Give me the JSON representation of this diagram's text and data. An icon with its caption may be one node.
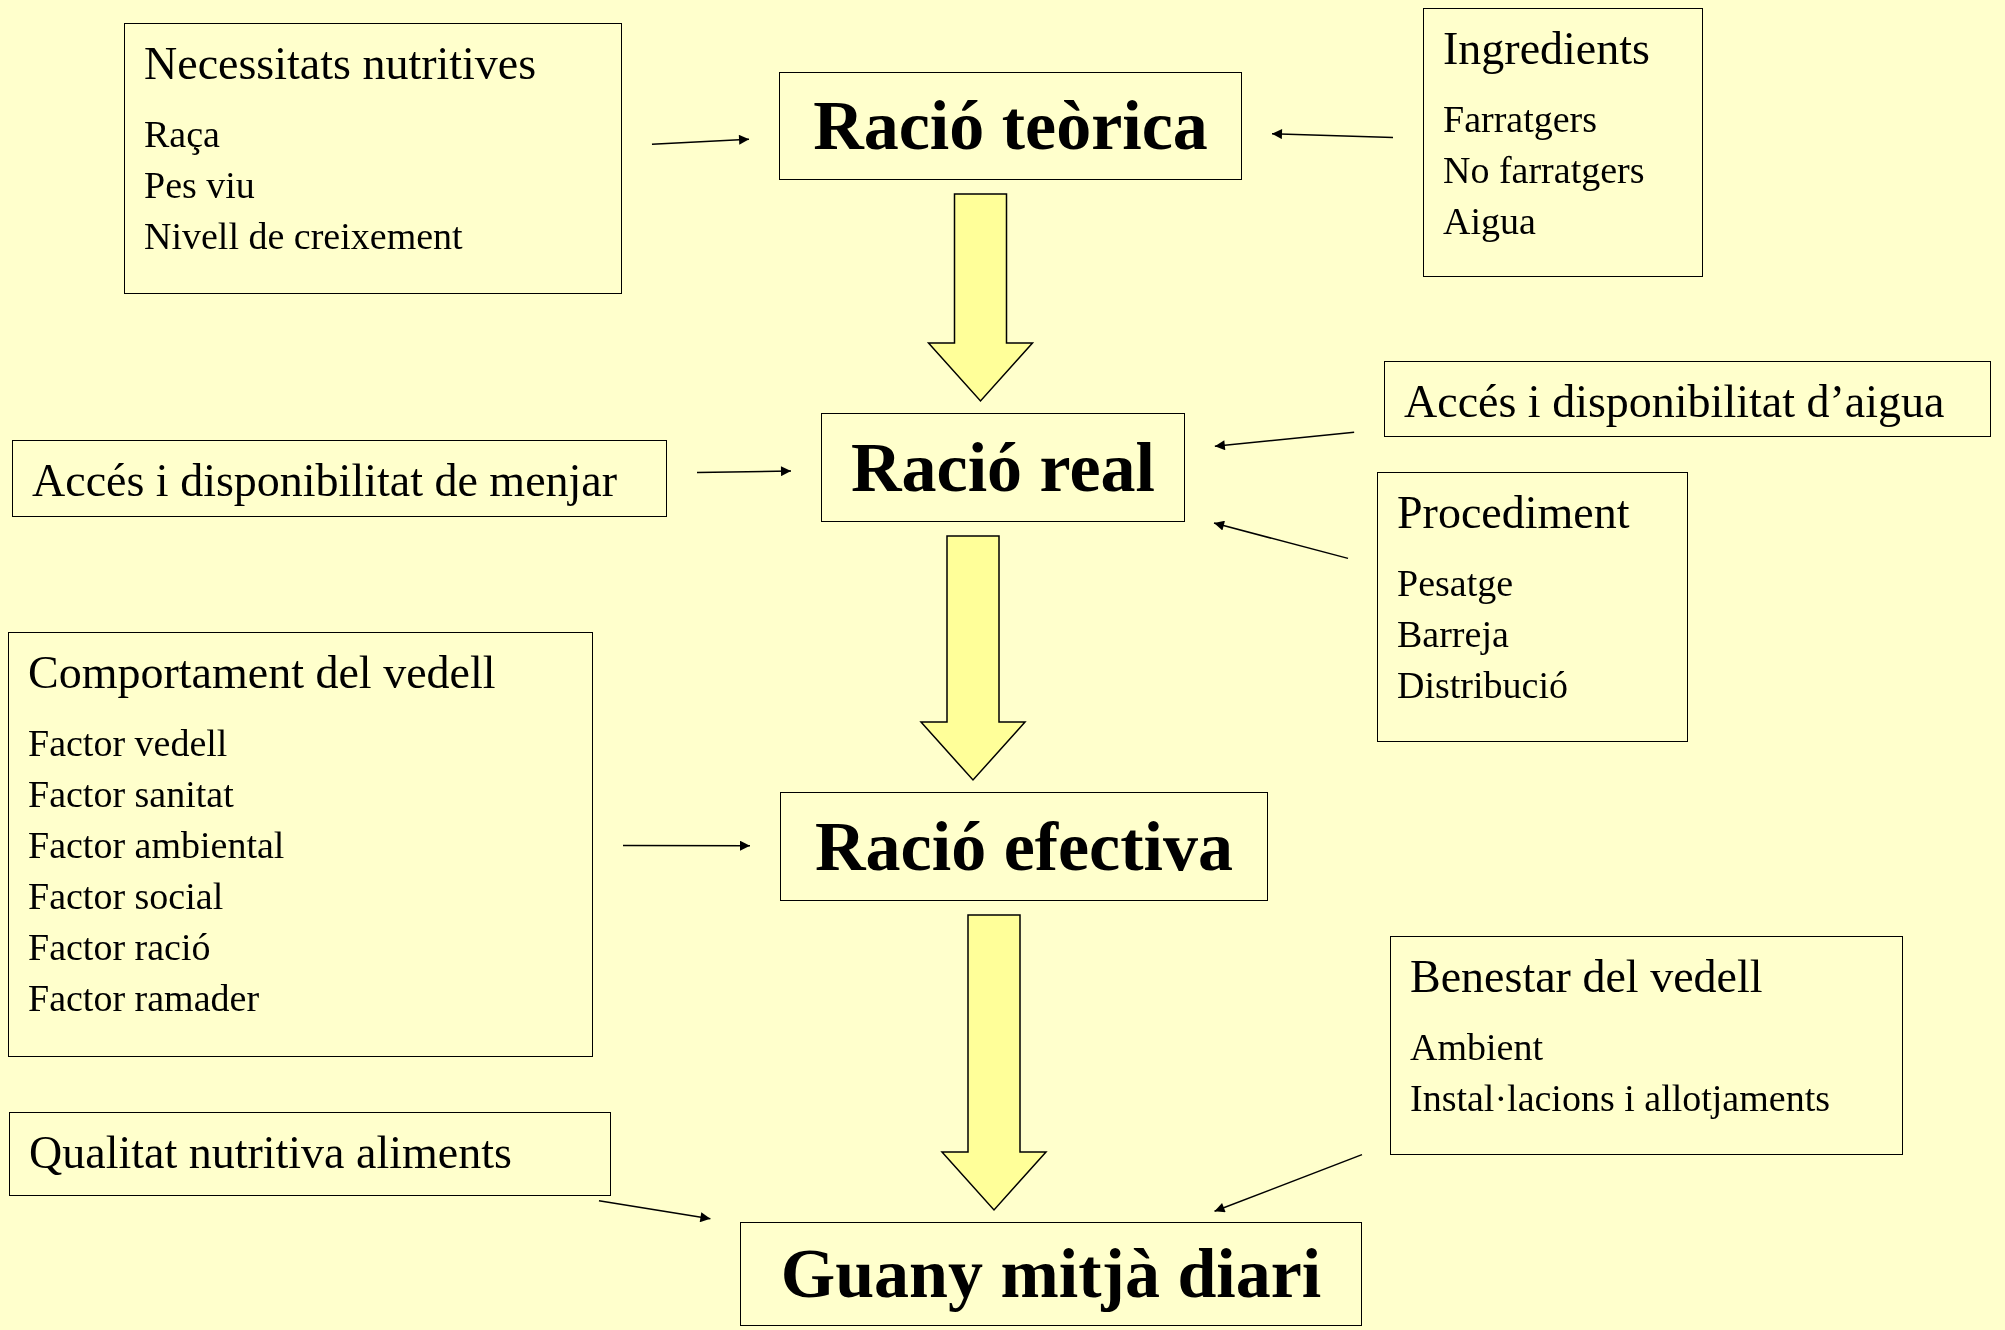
{
  "diagram": {
    "nodes": [
      {
        "text": [
          "Necessitats nutritives",
          "Raça",
          "Pes viu",
          "Nivell de creixement"
        ]
      },
      {
        "text": [
          "Ració teòrica"
        ]
      },
      {
        "text": [
          "Ingredients",
          "Farratgers",
          "No farratgers",
          "Aigua"
        ]
      },
      {
        "text": [
          "Ració real"
        ]
      },
      {
        "text": [
          "Accés i disponibilitat de menjar"
        ]
      },
      {
        "text": [
          "Accés i disponibilitat d’aigua"
        ]
      },
      {
        "text": [
          "Procediment",
          "Pesatge",
          "Barreja",
          "Distribució"
        ]
      },
      {
        "text": [
          "Comportament del vedell",
          "Factor vedell",
          "Factor sanitat",
          "Factor ambiental",
          "Factor social",
          "Factor ració",
          "Factor ramader"
        ]
      },
      {
        "text": [
          "Ració efectiva"
        ]
      },
      {
        "text": [
          "Benestar del vedell",
          "Ambient",
          "Instal·lacions i allotjaments"
        ]
      },
      {
        "text": [
          "Qualitat nutritiva aliments"
        ]
      },
      {
        "text": [
          "Guany mitjà diari"
        ]
      }
    ],
    "edges": [
      {
        "from": 0,
        "to": 1,
        "arrow": "to"
      },
      {
        "from": 2,
        "to": 1,
        "arrow": "to"
      },
      {
        "from": 1,
        "to": 3,
        "arrow": "to",
        "style": "thick",
        "color": "#ffff99"
      },
      {
        "from": 4,
        "to": 3,
        "arrow": "to"
      },
      {
        "from": 5,
        "to": 3,
        "arrow": "to"
      },
      {
        "from": 6,
        "to": 3,
        "arrow": "to"
      },
      {
        "from": 3,
        "to": 8,
        "arrow": "to",
        "style": "thick",
        "color": "#ffff99"
      },
      {
        "from": 7,
        "to": 8,
        "arrow": "to"
      },
      {
        "from": 8,
        "to": 11,
        "arrow": "to",
        "style": "thick",
        "color": "#ffff99"
      },
      {
        "from": 10,
        "to": 11,
        "arrow": "to"
      },
      {
        "from": 9,
        "to": 11,
        "arrow": "to"
      }
    ]
  }
}
